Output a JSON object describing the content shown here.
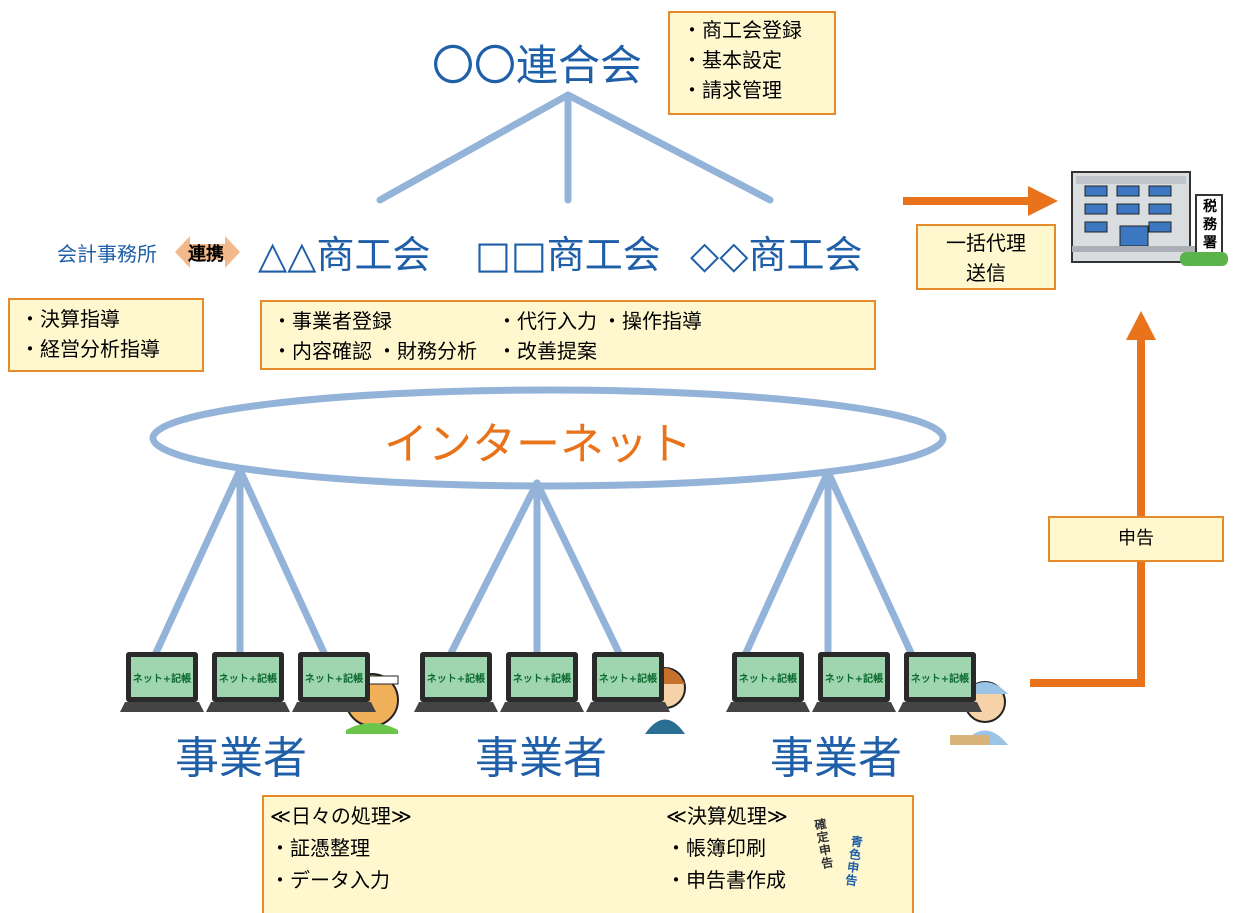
{
  "federation": {
    "title": "〇〇連合会",
    "tasks": [
      "・商工会登録",
      "・基本設定",
      "・請求管理"
    ]
  },
  "accounting_office": {
    "label": "会計事務所",
    "link_label": "連携",
    "tasks": [
      "・決算指導",
      "・経営分析指導"
    ]
  },
  "chambers": {
    "names": [
      "△△商工会",
      "□□商工会",
      "◇◇商工会"
    ],
    "tasks_row1": [
      "・事業者登録",
      "・代行入力",
      "・操作指導"
    ],
    "tasks_row2": [
      "・内容確認",
      "・財務分析",
      "・改善提案"
    ]
  },
  "internet": {
    "label": "インターネット"
  },
  "laptop_screen_text": "ネット+記帳",
  "businesses": {
    "labels": [
      "事業者",
      "事業者",
      "事業者"
    ]
  },
  "tax_office": {
    "sign": "税務署",
    "bulk_send_label": [
      "一括代理",
      "送信"
    ],
    "declare_label": "申告"
  },
  "processing": {
    "daily_title": "≪日々の処理≫",
    "daily_items": [
      "・証憑整理",
      "・データ入力"
    ],
    "closing_title": "≪決算処理≫",
    "closing_items": [
      "・帳簿印刷",
      "・申告書作成"
    ],
    "doc_labels": [
      "確定申告",
      "青色申告"
    ]
  },
  "colors": {
    "accent_orange": "#e8731a",
    "line_blue": "#94b3d9",
    "text_blue": "#1f5fa8",
    "box_fill": "#fff8cf",
    "box_border": "#e58b2b"
  }
}
